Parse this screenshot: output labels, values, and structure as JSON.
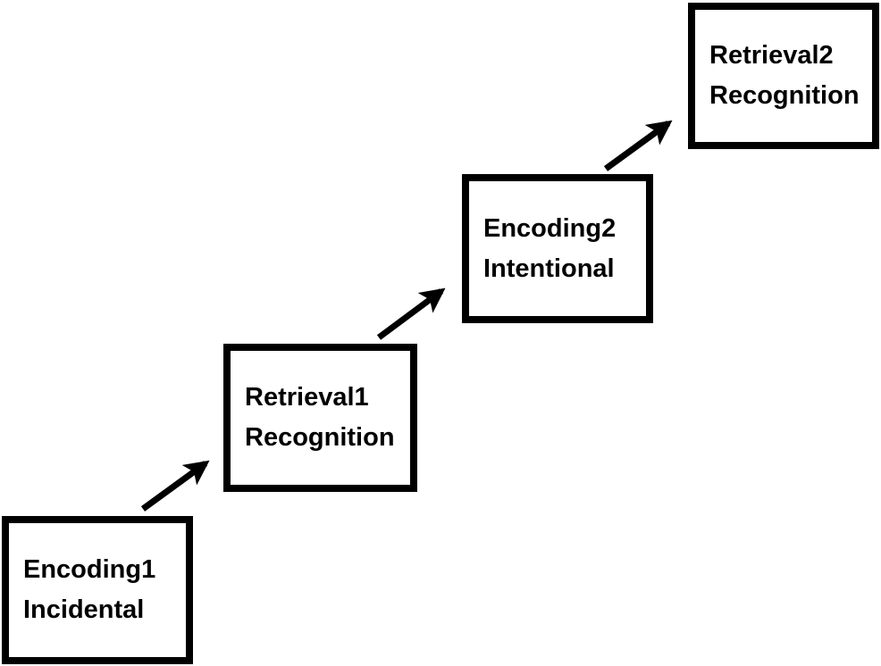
{
  "diagram": {
    "description": "Staircase flow diagram of memory task phases",
    "background_color": "#ffffff",
    "box_border_color": "#000000",
    "box_fill_color": "#ffffff",
    "text_color": "#000000",
    "arrow_color": "#000000",
    "boxes": [
      {
        "id": "encoding1",
        "line1": "Encoding1",
        "line2": "Incidental"
      },
      {
        "id": "retrieval1",
        "line1": "Retrieval1",
        "line2": "Recognition"
      },
      {
        "id": "encoding2",
        "line1": "Encoding2",
        "line2": "Intentional"
      },
      {
        "id": "retrieval2",
        "line1": "Retrieval2",
        "line2": "Recognition"
      }
    ],
    "arrows": [
      {
        "from": "encoding1",
        "to": "retrieval1"
      },
      {
        "from": "retrieval1",
        "to": "encoding2"
      },
      {
        "from": "encoding2",
        "to": "retrieval2"
      }
    ]
  }
}
